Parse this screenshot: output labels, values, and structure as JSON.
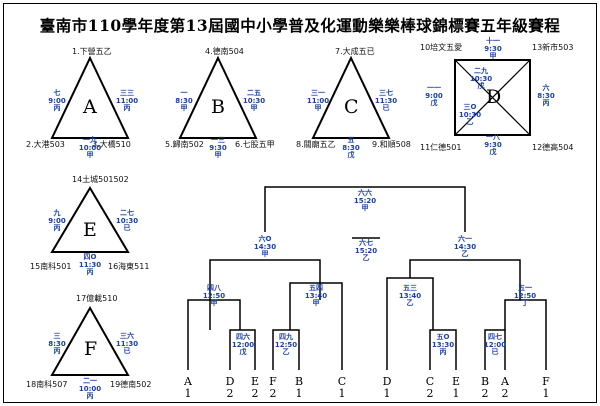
{
  "title": "臺南市110學年度第13屆國中小學普及化運動樂樂棒球錦標賽五年級賽程",
  "groups": [
    {
      "letter": "A",
      "teams": [
        "1.下營五乙",
        "2.大港503",
        "3.大橋510"
      ],
      "games": [
        [
          "七",
          "9:00",
          "丙"
        ],
        [
          "三三",
          "11:00",
          "丙"
        ],
        [
          "一九",
          "10:00",
          "甲"
        ]
      ]
    },
    {
      "letter": "B",
      "teams": [
        "4.德南504",
        "5.歸南502",
        "6.七股五甲"
      ],
      "games": [
        [
          "一",
          "8:30",
          "甲"
        ],
        [
          "二五",
          "10:30",
          "甲"
        ],
        [
          "一三",
          "9:30",
          "甲"
        ]
      ]
    },
    {
      "letter": "C",
      "teams": [
        "7.大成五已",
        "8.關廟五乙",
        "9.和順508"
      ],
      "games": [
        [
          "三一",
          "11:00",
          "甲"
        ],
        [
          "三七",
          "11:30",
          "已"
        ],
        [
          "五",
          "8:30",
          "戊"
        ]
      ]
    },
    {
      "letter": "D",
      "teams": [
        "10培文五愛",
        "13新市503",
        "11仁德501",
        "12德高504"
      ],
      "games": [
        [
          "十一",
          "9:30",
          "甲"
        ],
        [
          "二九",
          "10:30",
          "戊"
        ],
        [
          "一一",
          "9:00",
          "戊"
        ],
        [
          "六",
          "8:30",
          "丙"
        ],
        [
          "三O",
          "10:30",
          "乙"
        ],
        [
          "一八",
          "9:30",
          "戊"
        ]
      ]
    },
    {
      "letter": "E",
      "teams": [
        "14土城501502",
        "15南科501",
        "16海東511"
      ],
      "games": [
        [
          "九",
          "9:00",
          "丙"
        ],
        [
          "二七",
          "10:30",
          "已"
        ],
        [
          "四O",
          "11:30",
          "丙"
        ]
      ]
    },
    {
      "letter": "F",
      "teams": [
        "17億載510",
        "18南科507",
        "19德南502"
      ],
      "games": [
        [
          "三",
          "8:30",
          "丙"
        ],
        [
          "三六",
          "11:30",
          "已"
        ],
        [
          "二一",
          "10:00",
          "丙"
        ]
      ]
    }
  ],
  "bracket": {
    "final": [
      "六六",
      "15:20",
      "甲"
    ],
    "third": [
      "六七",
      "15:20",
      "乙"
    ],
    "semis": [
      [
        "六O",
        "14:30",
        "甲"
      ],
      [
        "六一",
        "14:30",
        "乙"
      ]
    ],
    "qf": [
      [
        "四八",
        "12:50",
        "甲"
      ],
      [
        "五四",
        "13:40",
        "甲"
      ],
      [
        "五三",
        "13:40",
        "乙"
      ],
      [
        "五一",
        "12:50",
        "丁"
      ]
    ],
    "r1": [
      [
        "四六",
        "12:00",
        "戊"
      ],
      [
        "四九",
        "12:50",
        "乙"
      ],
      [
        "五O",
        "13:30",
        "丙"
      ],
      [
        "四七",
        "12:00",
        "已"
      ]
    ],
    "slots": [
      [
        "A",
        "1"
      ],
      [
        "D",
        "2"
      ],
      [
        "E",
        "2"
      ],
      [
        "F",
        "2"
      ],
      [
        "B",
        "1"
      ],
      [
        "C",
        "1"
      ],
      [
        "D",
        "1"
      ],
      [
        "C",
        "2"
      ],
      [
        "E",
        "1"
      ],
      [
        "B",
        "2"
      ],
      [
        "A",
        "2"
      ],
      [
        "F",
        "1"
      ]
    ]
  }
}
